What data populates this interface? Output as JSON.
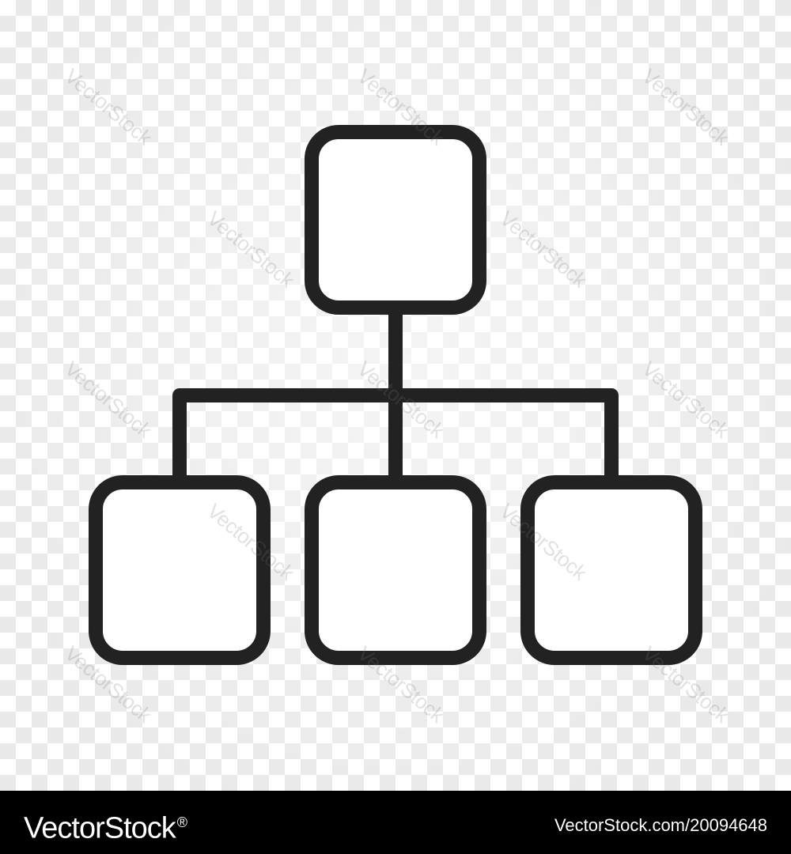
{
  "background": {
    "pattern": "checkerboard",
    "light_color": "#ffffff",
    "dark_color": "#e9e9e9"
  },
  "icon": {
    "name": "hierarchy-structure-icon",
    "stroke_color": "#222222",
    "fill_color": "#ffffff",
    "boxes": [
      "root-box",
      "child-box-left",
      "child-box-center",
      "child-box-right"
    ]
  },
  "watermark": {
    "text": "VectorStock"
  },
  "footer": {
    "brand": "VectorStock",
    "registered_mark": "®",
    "image_id": "VectorStock.com/20094648",
    "background_color": "#000000",
    "text_color": "#ffffff"
  }
}
